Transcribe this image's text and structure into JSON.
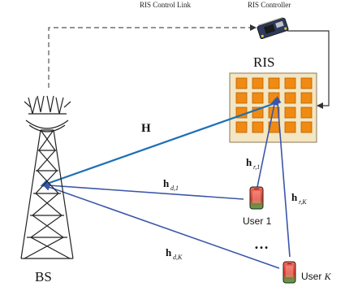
{
  "labels": {
    "ris_control_link": "RIS Control Link",
    "ris_controller": "RIS Controller",
    "ris": "RIS",
    "H": "H",
    "h_r1_main": "h",
    "h_r1_sub": "r,1",
    "h_rK_main": "h",
    "h_rK_sub": "r,K",
    "h_d1_main": "h",
    "h_d1_sub": "d,1",
    "h_dK_main": "h",
    "h_dK_sub": "d,K",
    "user1": "User 1",
    "userK_prefix": "User ",
    "userK_var": "K",
    "dots": "…",
    "bs": "BS"
  },
  "ris_grid": {
    "rows": 4,
    "cols": 5
  },
  "colors": {
    "channel_H": "#1f6fb5",
    "channel_user": "#3a56a8",
    "ris_panel": "#f4e6c2",
    "ris_element": "#f08a12",
    "ris_element_border": "#b85f00",
    "control_link": "#555555",
    "tower": "#222222"
  }
}
